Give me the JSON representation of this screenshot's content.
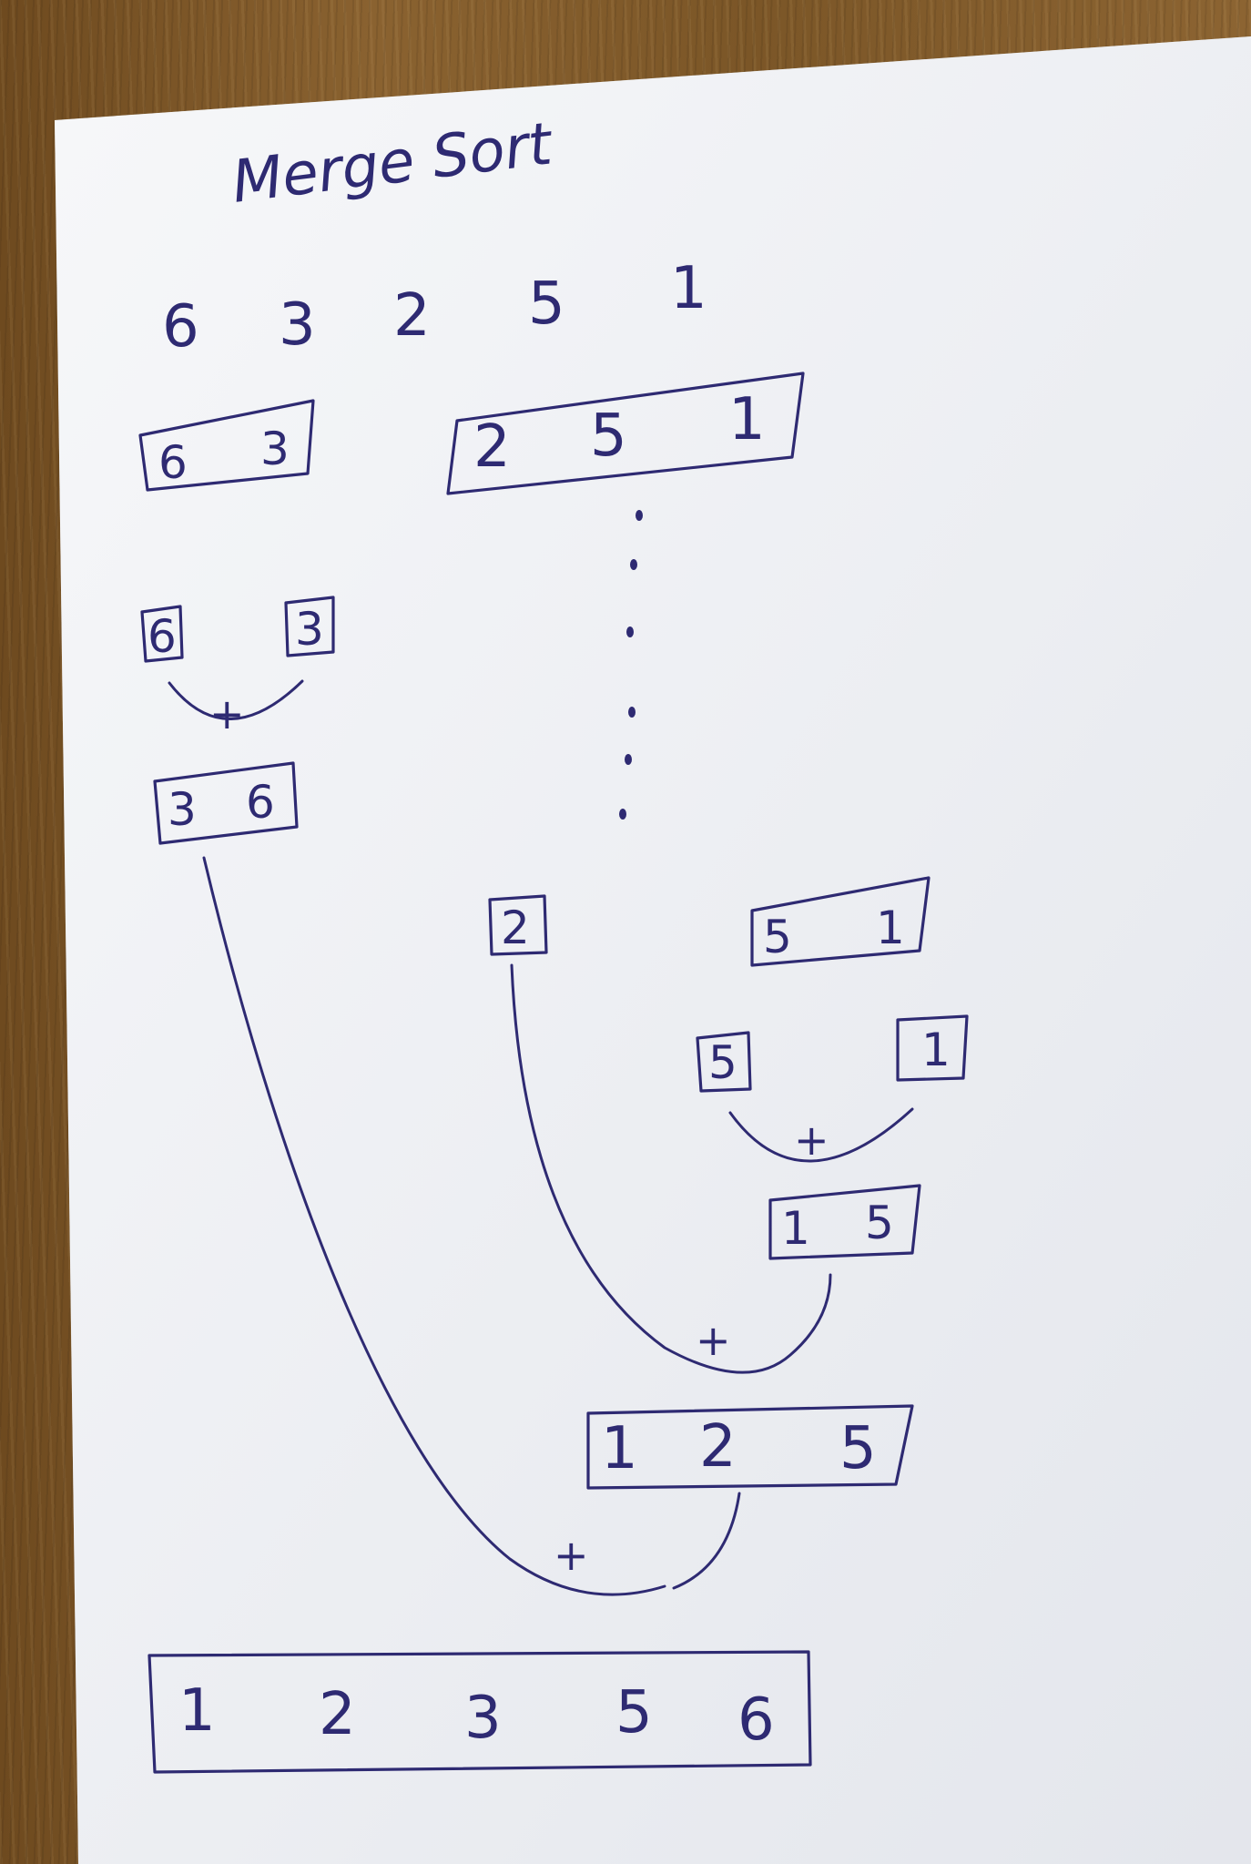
{
  "title": "Merge Sort",
  "input": [
    "6",
    "3",
    "2",
    "5",
    "1"
  ],
  "split_left": [
    "6",
    "3"
  ],
  "split_right": [
    "2",
    "5",
    "1"
  ],
  "left_single_a": "6",
  "left_single_b": "3",
  "left_merged": [
    "3",
    "6"
  ],
  "right_single": "2",
  "right_pair": [
    "5",
    "1"
  ],
  "right_pair_single_a": "5",
  "right_pair_single_b": "1",
  "right_pair_merged": [
    "1",
    "5"
  ],
  "right_merged": [
    "1",
    "2",
    "5"
  ],
  "final": [
    "1",
    "2",
    "3",
    "5",
    "6"
  ],
  "plus_sign": "+"
}
